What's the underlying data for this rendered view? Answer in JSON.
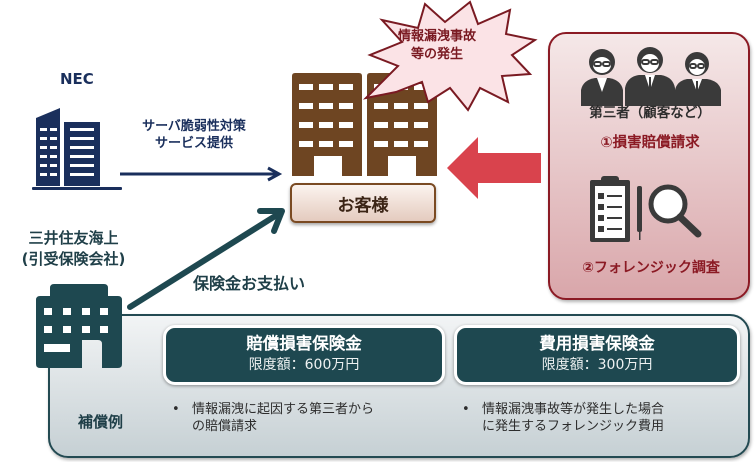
{
  "nec": {
    "name": "NEC",
    "service_lines": [
      "サーバ脆弱性対策",
      "サービス提供"
    ]
  },
  "incident": {
    "lines": [
      "情報漏洩事故",
      "等の発生"
    ]
  },
  "customer": {
    "label": "お客様"
  },
  "third_party_panel": {
    "people_label": "第三者（顧客など）",
    "item1": "①損害賠償請求",
    "item2": "②フォレンジック調査"
  },
  "insurer": {
    "name_lines": [
      "三井住友海上",
      "(引受保険会社)"
    ],
    "payment_label": "保険金お支払い"
  },
  "coverage": {
    "example_label": "補償例",
    "plans": [
      {
        "title": "賠償損害保険金",
        "limit": "限度額：600万円",
        "bullet": "•",
        "example_lines": [
          "情報漏洩に起因する第三者から",
          "の賠償請求"
        ]
      },
      {
        "title": "費用損害保険金",
        "limit": "限度額：300万円",
        "bullet": "•",
        "example_lines": [
          "情報漏洩事故等が発生した場合",
          "に発生するフォレンジック費用"
        ]
      }
    ]
  },
  "colors": {
    "nec_navy": "#1a2f5c",
    "customer_brown": "#6e4522",
    "alert_red": "#d9434d",
    "panel_maroon": "#8b1a24",
    "insurer_teal": "#1e4850"
  }
}
